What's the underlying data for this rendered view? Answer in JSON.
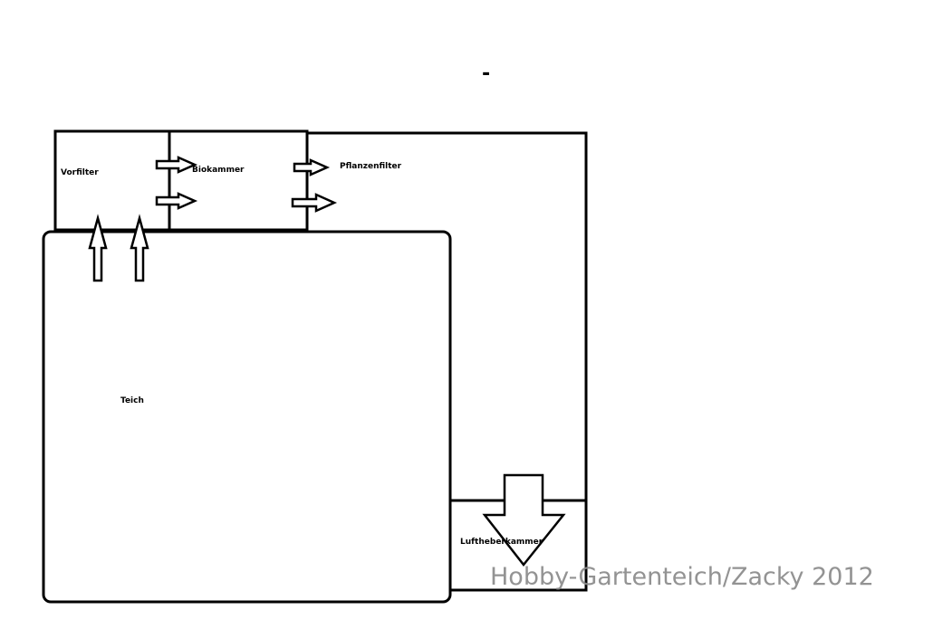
{
  "diagram": {
    "mark": "-",
    "labels": {
      "vorfilter": "Vorfilter",
      "biokammer": "Biokammer",
      "pflanzenfilter": "Pflanzenfilter",
      "teich": "Teich",
      "luftheberkammer": "Luftheberkammer"
    },
    "watermark": "Hobby-Gartenteich/Zacky 2012"
  },
  "colors": {
    "line": "#000000",
    "background": "#ffffff",
    "watermark": "#8a8a8a"
  }
}
